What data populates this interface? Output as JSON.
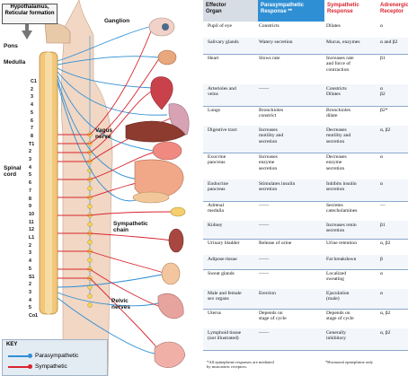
{
  "diagram": {
    "hypothalamus": "Hypothalamus,\nReticular formation",
    "ganglion": "Ganglion",
    "pons": "Pons",
    "medulla": "Medulla",
    "vagus": "Vagus\nnerve",
    "spinal_cord": "Spinal\ncord",
    "sympathetic_chain": "Sympathetic\nchain",
    "pelvic_nerves": "Pelvic\nnerves",
    "segments": [
      "C1",
      "2",
      "3",
      "4",
      "5",
      "6",
      "7",
      "8",
      "T1",
      "2",
      "3",
      "4",
      "5",
      "6",
      "7",
      "8",
      "9",
      "10",
      "11",
      "12",
      "L1",
      "2",
      "3",
      "4",
      "5",
      "S1",
      "2",
      "3",
      "4",
      "5",
      "Co1"
    ],
    "key": {
      "title": "KEY",
      "para": "Parasympathetic",
      "symp": "Sympathetic"
    },
    "colors": {
      "para": "#2f8fd4",
      "symp": "#d9242e"
    }
  },
  "table": {
    "headers": [
      "Effector\nOrgan",
      "Parasympathetic\nResponse **",
      "Sympathetic\nResponse",
      "Adrenergic\nReceptor"
    ],
    "header_colors": {
      "effector_bg": "#d7dde4",
      "para_bg": "#2f8fd4",
      "symp_bg": "#ffffff",
      "receptor_bg": "#ffffff",
      "symp_text": "#d9242e",
      "receptor_text": "#d9242e"
    },
    "rows": [
      [
        "Pupil of eye",
        "Constricts",
        "Dilates",
        "α"
      ],
      [
        "Salivary glands",
        "Watery secretion",
        "Mucus, enzymes",
        "α and β2"
      ],
      [
        "Heart",
        "Slows rate",
        "Increases rate\nand force of\ncontraction",
        "β1"
      ],
      [
        "Arterioles and\nveins",
        "——",
        "Constricts\nDilates",
        "α\nβ2"
      ],
      [
        "Lungs",
        "Bronchioles\nconstrict",
        "Bronchioles\ndilate",
        "β2*"
      ],
      [
        "Digestive tract",
        "Increases\nmotility and\nsecretion",
        "Decreases\nmotility and\nsecretion",
        "α, β2"
      ],
      [
        "Exocrine\npancreas",
        "Increases\nenzyme\nsecretion",
        "Decreases\nenzyme\nsecretion",
        "α"
      ],
      [
        "Endocrine\npancreas",
        "Stimulates insulin\nsecretion",
        "Inhibits insulin\nsecretion",
        "α"
      ],
      [
        "Adrenal\nmedulla",
        "——",
        "Secretes\ncatecholamines",
        "—"
      ],
      [
        "Kidney",
        "——",
        "Increases renin\nsecretion",
        "β1"
      ],
      [
        "Urinary bladder",
        "Release of urine",
        "Urine retention",
        "α, β2"
      ],
      [
        "Adipose tissue",
        "——",
        "Fat breakdown",
        "β"
      ],
      [
        "Sweat glands",
        "——",
        "Localized\nsweating",
        "α"
      ],
      [
        "Male and female\nsex organs",
        "Erection",
        "Ejaculation\n(male)",
        "α"
      ],
      [
        "Uterus",
        "Depends on\nstage of cycle",
        "Depends on\nstage of cycle",
        "α, β2"
      ],
      [
        "Lymphoid tissue\n(not illustrated)",
        "——",
        "Generally\ninhibitory",
        "α, β2"
      ]
    ],
    "footnote_left": "*All epinephrine responses are mediated\nby muscarinic receptors.",
    "footnote_right": "*Hormonal epinephrine only"
  }
}
